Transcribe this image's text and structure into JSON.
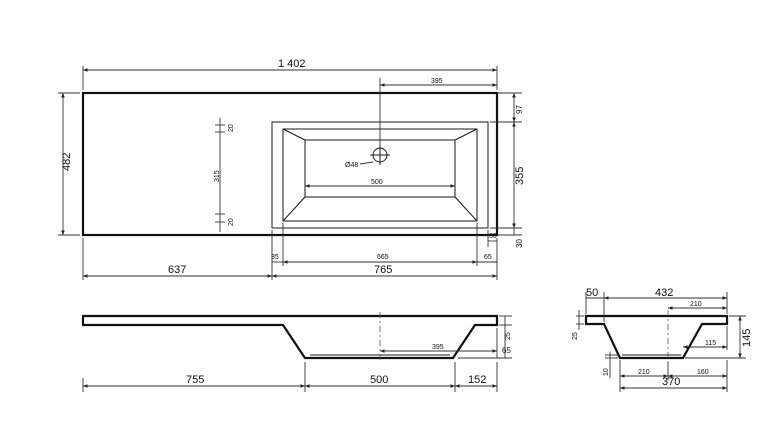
{
  "top_view": {
    "overall_width": "1 402",
    "basin_right_offset": "395",
    "overall_depth": "482",
    "top_margin": "97",
    "basin_depth": "355",
    "bottom_margin": "30",
    "right_margin": "30",
    "left_length": "637",
    "basin_zone_width": "765",
    "inner_left_gap": "35",
    "inner_width": "665",
    "inner_right_gap": "65",
    "bowl_width": "500",
    "hole_diameter": "Ø48",
    "hole_spacing": "315",
    "hole_offset_top": "20",
    "hole_offset_bottom": "20"
  },
  "front_view": {
    "left_length": "755",
    "bowl_length": "500",
    "right_length": "152",
    "drain_offset": "395",
    "top_thickness": "25",
    "bowl_depth": "65"
  },
  "side_view": {
    "left_top": "50",
    "top_width": "432",
    "drain_offset": "210",
    "height": "145",
    "slab_thickness": "25",
    "inner_right": "115",
    "base_thickness": "10",
    "bottom_left": "210",
    "bottom_right": "160",
    "overall_depth": "370"
  }
}
